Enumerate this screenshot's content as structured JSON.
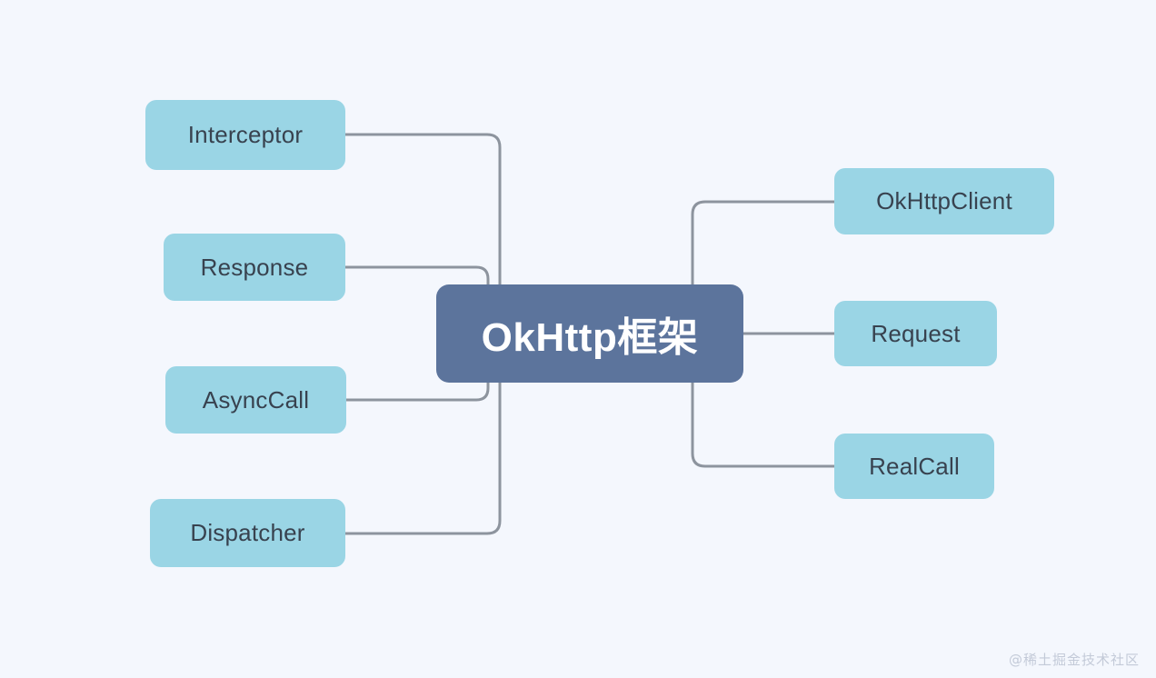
{
  "diagram": {
    "type": "mindmap",
    "title": "OkHttp框架",
    "background_color": "#f4f7fd",
    "root": {
      "label": "OkHttp框架",
      "fill_color": "#5c749c",
      "text_color": "#ffffff"
    },
    "node_style": {
      "fill_color": "#9ad5e5",
      "text_color": "#38424f",
      "connector_color": "#8d949e"
    },
    "left_branches": [
      {
        "label": "Interceptor"
      },
      {
        "label": "Response"
      },
      {
        "label": "AsyncCall"
      },
      {
        "label": "Dispatcher"
      }
    ],
    "right_branches": [
      {
        "label": "OkHttpClient"
      },
      {
        "label": "Request"
      },
      {
        "label": "RealCall"
      }
    ]
  },
  "watermark": {
    "text": "@稀土掘金技术社区"
  }
}
